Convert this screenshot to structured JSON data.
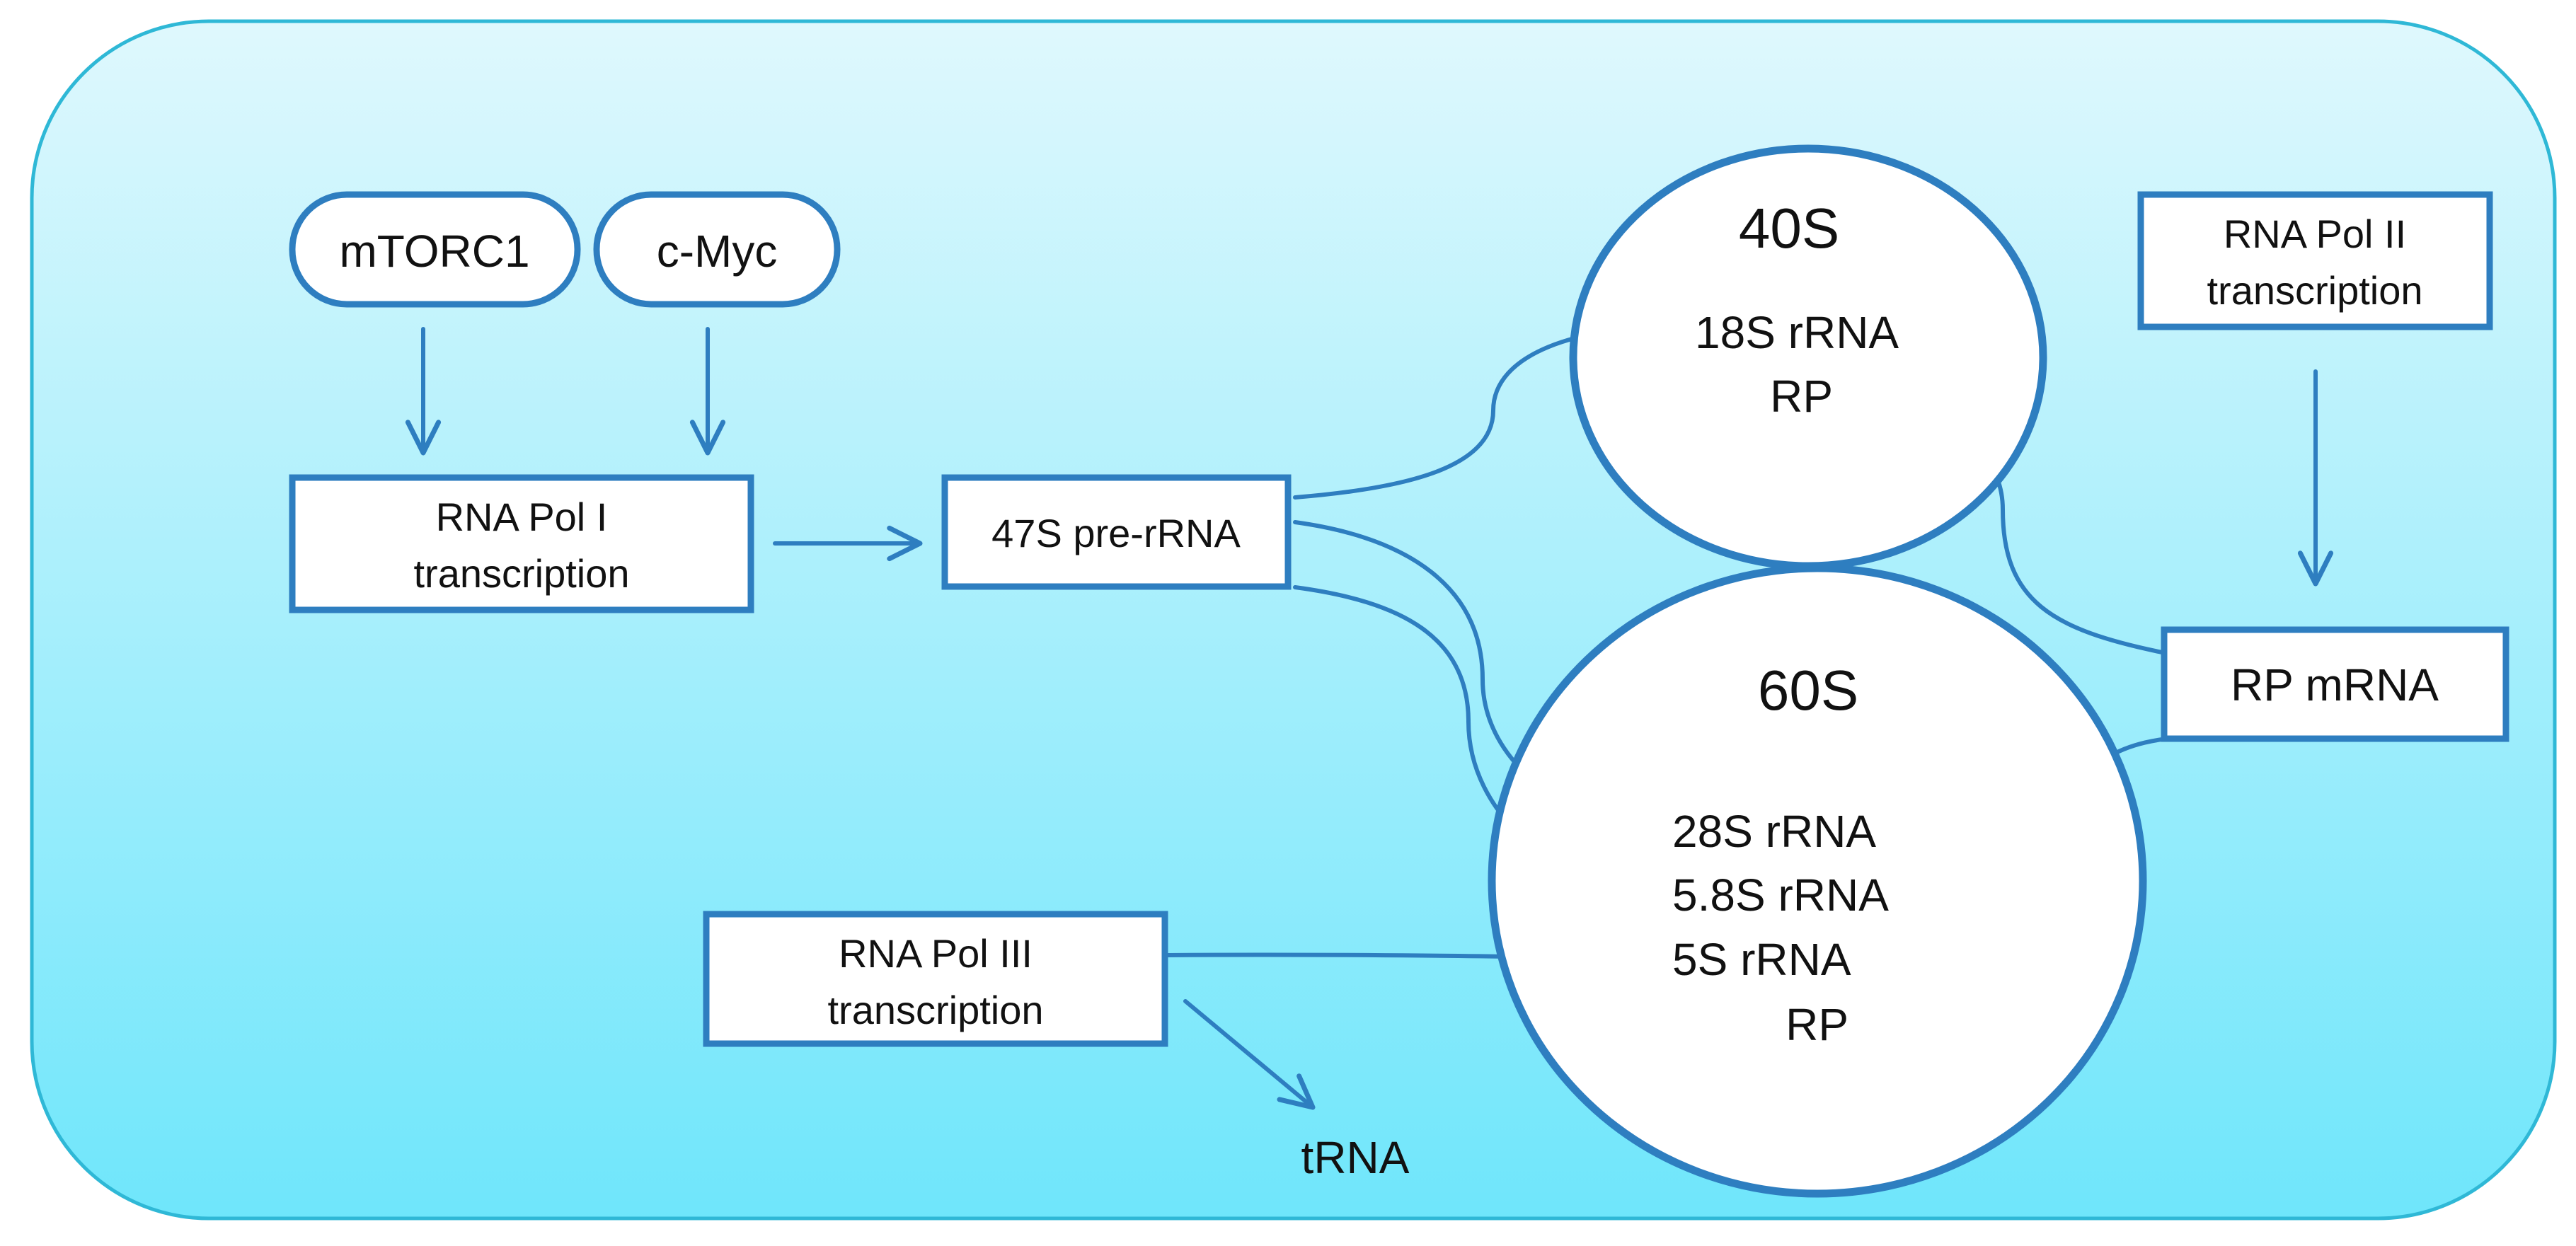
{
  "colors": {
    "background_top": "#dff8fd",
    "background_bottom": "#6fe6fb",
    "panel_border": "#2fb8d6",
    "node_stroke": "#2e7ec0",
    "arrow": "#2e7ec0",
    "text": "#111111"
  },
  "nodes": {
    "mtorc1": "mTORC1",
    "cmyc": "c-Myc",
    "pol1_line1": "RNA Pol I",
    "pol1_line2": "transcription",
    "pre_rrna": "47S pre-rRNA",
    "pol2_line1": "RNA Pol II",
    "pol2_line2": "transcription",
    "rp_mrna": "RP mRNA",
    "pol3_line1": "RNA Pol III",
    "pol3_line2": "transcription",
    "trna": "tRNA"
  },
  "subunits": {
    "small": {
      "title": "40S",
      "items": [
        "18S rRNA",
        "RP"
      ]
    },
    "large": {
      "title": "60S",
      "items": [
        "28S rRNA",
        "5.8S rRNA",
        "5S rRNA",
        "RP"
      ]
    }
  }
}
